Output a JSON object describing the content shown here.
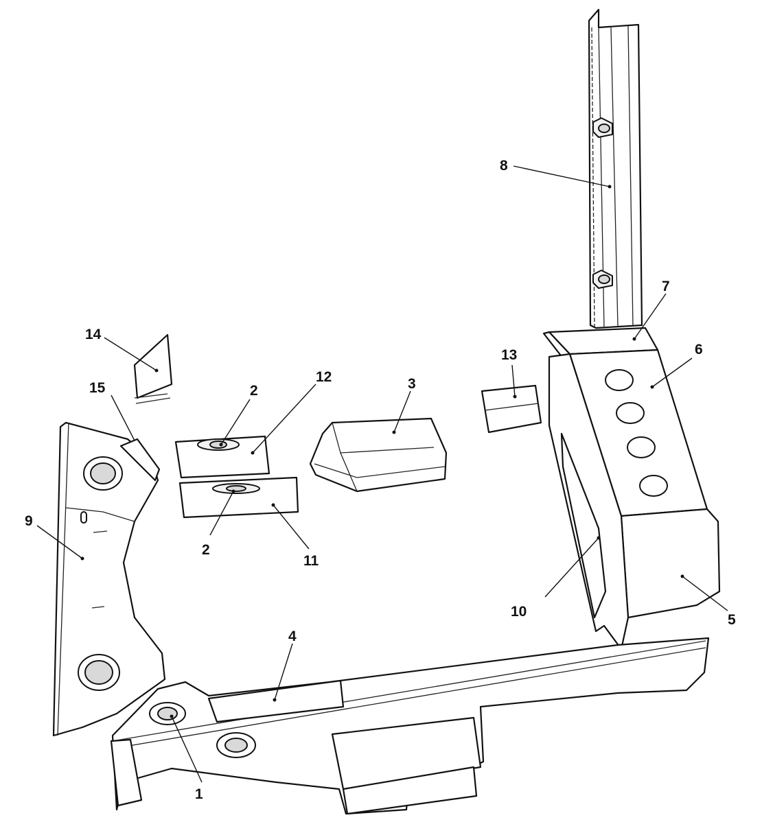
{
  "callouts": [
    {
      "id": "c1",
      "label": "1"
    },
    {
      "id": "c2a",
      "label": "2"
    },
    {
      "id": "c2b",
      "label": "2"
    },
    {
      "id": "c3",
      "label": "3"
    },
    {
      "id": "c4",
      "label": "4"
    },
    {
      "id": "c5",
      "label": "5"
    },
    {
      "id": "c6",
      "label": "6"
    },
    {
      "id": "c7",
      "label": "7"
    },
    {
      "id": "c8",
      "label": "8"
    },
    {
      "id": "c9",
      "label": "9"
    },
    {
      "id": "c10",
      "label": "10"
    },
    {
      "id": "c11",
      "label": "11"
    },
    {
      "id": "c12",
      "label": "12"
    },
    {
      "id": "c13",
      "label": "13"
    },
    {
      "id": "c14",
      "label": "14"
    },
    {
      "id": "c15",
      "label": "15"
    }
  ]
}
